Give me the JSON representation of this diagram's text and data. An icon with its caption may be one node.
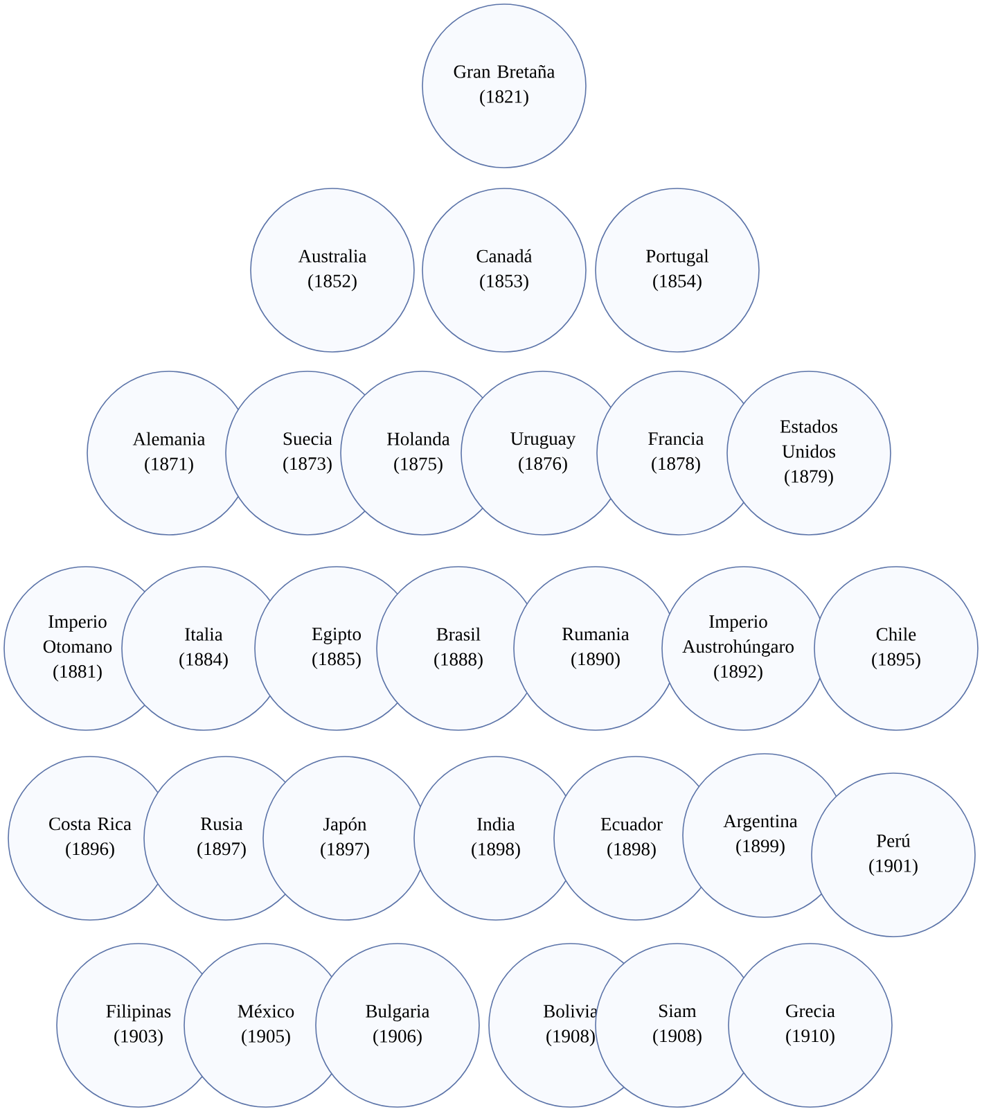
{
  "diagram": {
    "nodes": [
      {
        "text": [
          "Gran Bretaña",
          "(1821)"
        ]
      },
      {
        "text": [
          "Australia",
          "(1852)"
        ]
      },
      {
        "text": [
          "Canadá",
          "(1853)"
        ]
      },
      {
        "text": [
          "Portugal",
          "(1854)"
        ]
      },
      {
        "text": [
          "Alemania",
          "(1871)"
        ]
      },
      {
        "text": [
          "Suecia",
          "(1873)"
        ]
      },
      {
        "text": [
          "Holanda",
          "(1875)"
        ]
      },
      {
        "text": [
          "Uruguay",
          "(1876)"
        ]
      },
      {
        "text": [
          "Francia",
          "(1878)"
        ]
      },
      {
        "text": [
          "Estados Unidos",
          "(1879)"
        ]
      },
      {
        "text": [
          "Imperio Otomano",
          "(1881)"
        ]
      },
      {
        "text": [
          "Italia",
          "(1884)"
        ]
      },
      {
        "text": [
          "Egipto",
          "(1885)"
        ]
      },
      {
        "text": [
          "Brasil",
          "(1888)"
        ]
      },
      {
        "text": [
          "Rumania",
          "(1890)"
        ]
      },
      {
        "text": [
          "Imperio Austrohúngaro",
          "(1892)"
        ]
      },
      {
        "text": [
          "Chile",
          "(1895)"
        ]
      },
      {
        "text": [
          "Costa Rica",
          "(1896)"
        ]
      },
      {
        "text": [
          "Rusia",
          "(1897)"
        ]
      },
      {
        "text": [
          "Japón",
          "(1897)"
        ]
      },
      {
        "text": [
          "India",
          "(1898)"
        ]
      },
      {
        "text": [
          "Ecuador",
          "(1898)"
        ]
      },
      {
        "text": [
          "Argentina",
          "(1899)"
        ]
      },
      {
        "text": [
          "Perú",
          "(1901)"
        ]
      },
      {
        "text": [
          "Filipinas",
          "(1903)"
        ]
      },
      {
        "text": [
          "México",
          "(1905)"
        ]
      },
      {
        "text": [
          "Bulgaria",
          "(1906)"
        ]
      },
      {
        "text": [
          "Bolivia",
          "(1908)"
        ]
      },
      {
        "text": [
          "Siam",
          "(1908)"
        ]
      },
      {
        "text": [
          "Grecia",
          "(1910)"
        ]
      }
    ]
  }
}
